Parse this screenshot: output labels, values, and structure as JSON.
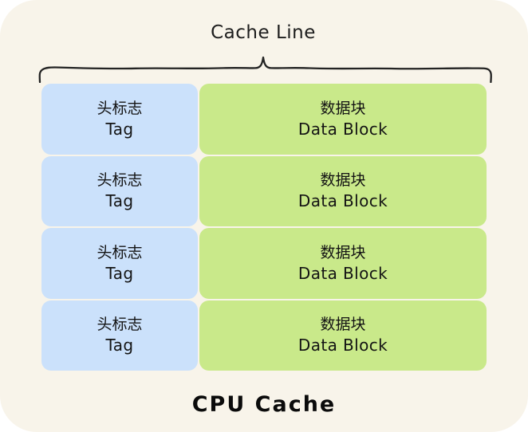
{
  "diagram": {
    "background_color": "#f8f4ea",
    "outer_color": "#ffffff",
    "caption": "Cache Line",
    "footer_title": "CPU Cache",
    "brace_name": "curly-brace",
    "columns": [
      {
        "key": "tag",
        "cn": "头标志",
        "en": "Tag",
        "color": "#cbe1fb"
      },
      {
        "key": "data",
        "cn": "数据块",
        "en": "Data Block",
        "color": "#c9e98a"
      }
    ],
    "rows": [
      {
        "index": 1,
        "tag_cn": "头标志",
        "tag_en": "Tag",
        "data_cn": "数据块",
        "data_en": "Data Block"
      },
      {
        "index": 2,
        "tag_cn": "头标志",
        "tag_en": "Tag",
        "data_cn": "数据块",
        "data_en": "Data Block"
      },
      {
        "index": 3,
        "tag_cn": "头标志",
        "tag_en": "Tag",
        "data_cn": "数据块",
        "data_en": "Data Block"
      },
      {
        "index": 4,
        "tag_cn": "头标志",
        "tag_en": "Tag",
        "data_cn": "数据块",
        "data_en": "Data Block"
      }
    ]
  }
}
